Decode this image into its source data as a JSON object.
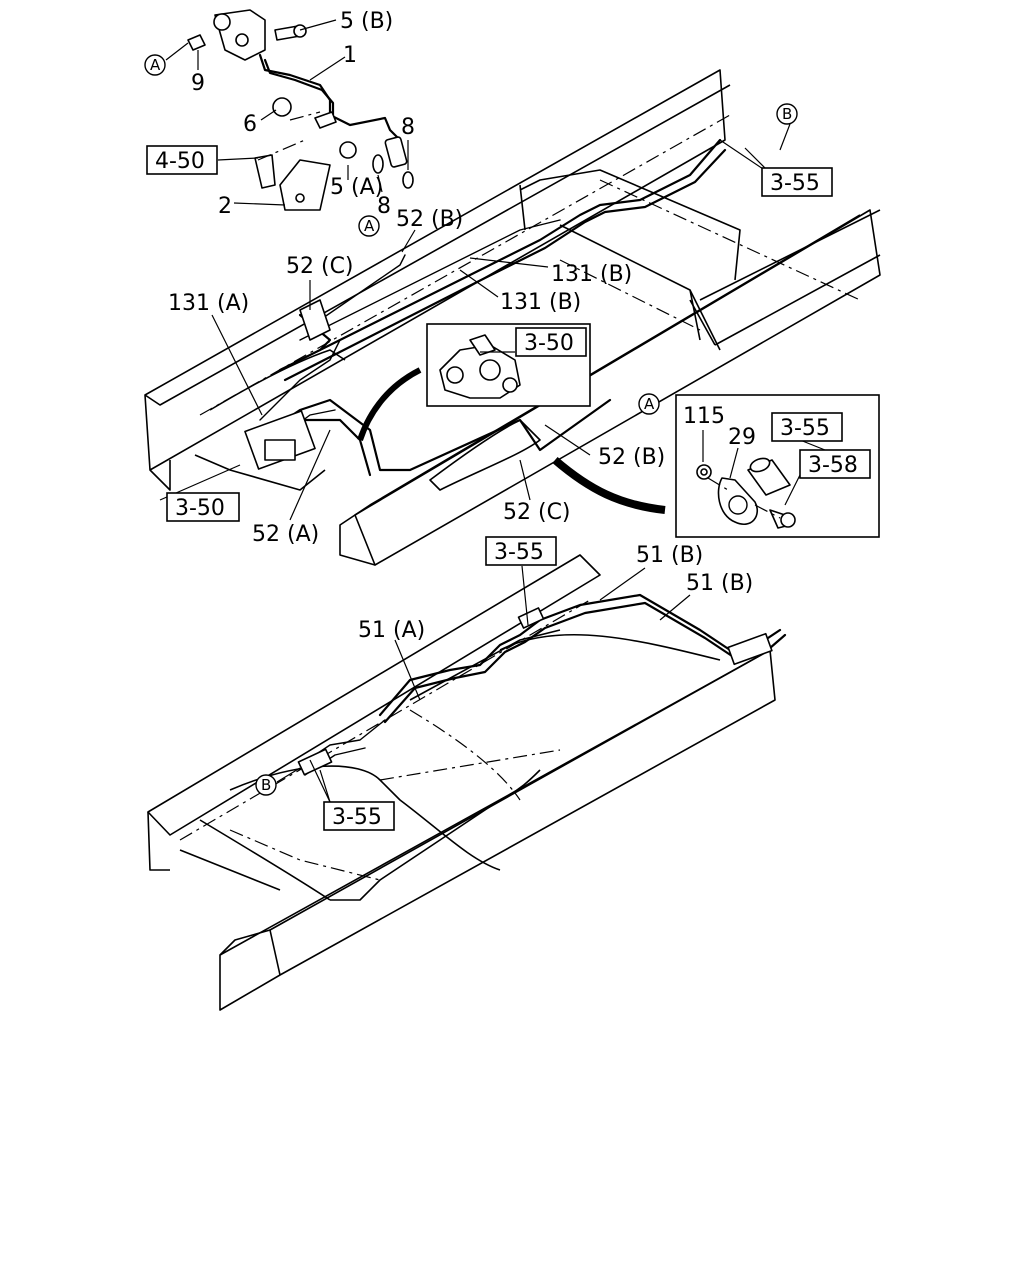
{
  "diagram": {
    "callouts": {
      "c_5b": "5 (B)",
      "c_1": "1",
      "c_9": "9",
      "c_6": "6",
      "c_8a": "8",
      "c_8b": "8",
      "c_5a": "5 (A)",
      "c_2": "2",
      "c_52b_top": "52 (B)",
      "c_52c_top": "52 (C)",
      "c_131b_1": "131 (B)",
      "c_131b_2": "131 (B)",
      "c_131a": "131 (A)",
      "c_52b_mid": "52 (B)",
      "c_52c_mid": "52 (C)",
      "c_52a": "52 (A)",
      "c_115": "115",
      "c_29": "29",
      "c_51b_1": "51 (B)",
      "c_51b_2": "51 (B)",
      "c_51a": "51 (A)"
    },
    "ref_boxes": {
      "r_4_50": "4-50",
      "r_3_55_top": "3-55",
      "r_3_50_inset": "3-50",
      "r_3_50_left": "3-50",
      "r_3_55_detail": "3-55",
      "r_3_58_detail": "3-58",
      "r_3_55_lower_top": "3-55",
      "r_3_55_lower_bottom": "3-55"
    },
    "circle_markers": {
      "m_a_top": "A",
      "m_b_top": "B",
      "m_a_52b": "A",
      "m_a_right": "A",
      "m_b_lower": "B"
    }
  }
}
